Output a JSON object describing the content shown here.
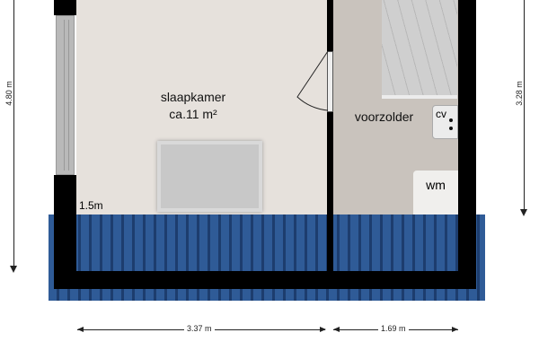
{
  "rooms": [
    {
      "name": "slaapkamer",
      "area": "ca.11 m²"
    },
    {
      "name": "voorzolder"
    }
  ],
  "fixtures": {
    "cv": "cv",
    "wm": "wm"
  },
  "annotations": {
    "knee_height": "1.5m"
  },
  "dimensions": {
    "left_height": "4.80 m",
    "right_height": "3.28 m",
    "width_slaapkamer": "3.37 m",
    "width_voorzolder": "1.69 m"
  },
  "colors": {
    "roof": "#2f5b97",
    "wall": "#000000",
    "floor_slaapkamer": "#e6e1dc",
    "floor_voorzolder": "#c9c3bd"
  }
}
